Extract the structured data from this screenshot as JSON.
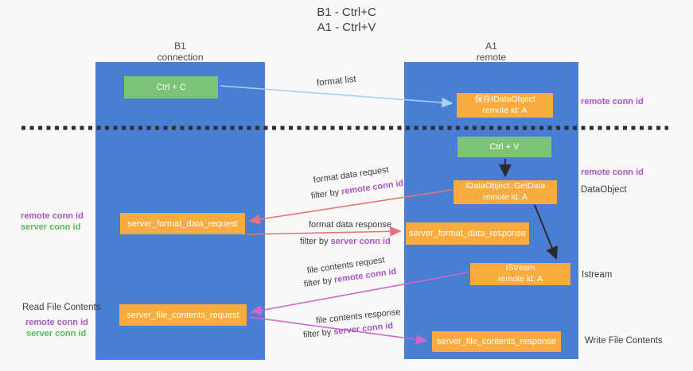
{
  "title": {
    "line1": "B1 - Ctrl+C",
    "line2": "A1 - Ctrl+V"
  },
  "columns": {
    "left": {
      "name": "B1",
      "subtitle": "connection"
    },
    "right": {
      "name": "A1",
      "subtitle": "remote"
    }
  },
  "nodes": {
    "ctrl_c": {
      "label": "Ctrl + C"
    },
    "ctrl_v": {
      "label": "Ctrl + V"
    },
    "save_idataobject": {
      "line1": "保存IDataObject",
      "line2": "remote id: A"
    },
    "idataobject_getdata": {
      "line1": "IDataObject::GetData",
      "line2": "remote id: A"
    },
    "istream": {
      "line1": "IStream",
      "line2": "remote id: A"
    },
    "server_format_data_request": {
      "label": "server_format_data_request"
    },
    "server_format_data_response": {
      "label": "server_format_data_response"
    },
    "server_file_contents_request": {
      "label": "server_file_contents_request"
    },
    "server_file_contents_response": {
      "label": "server_file_contents_response"
    }
  },
  "edge_labels": {
    "format_list": "format list",
    "format_data_request": "format data request",
    "format_data_response": "format data response",
    "file_contents_request": "file contents request",
    "file_contents_response": "file contents response",
    "filter_by": "filter by",
    "remote_conn_id": "remote conn id",
    "server_conn_id": "server conn id"
  },
  "side_labels": {
    "remote_conn_id": "remote conn id",
    "server_conn_id": "server conn id",
    "dataobject": "DataObject",
    "istream": "Istream",
    "read_file_contents": "Read File Contents",
    "write_file_contents": "Write File Contents"
  },
  "colors": {
    "lane_blue": "#4a7ed2",
    "node_orange": "#f7ac3d",
    "node_green": "#7bc377",
    "accent_purple": "#a855c2",
    "accent_green": "#58b85c",
    "arrow_red": "#e5737c",
    "arrow_magenta": "#cf66cb",
    "arrow_blue": "#a5d0f2",
    "arrow_black": "#2b2b2b"
  }
}
